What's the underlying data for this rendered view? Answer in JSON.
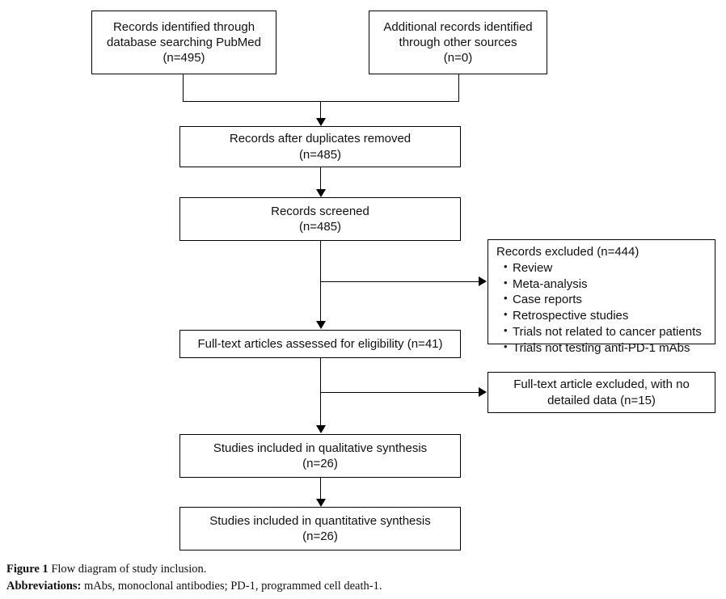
{
  "figure": {
    "caption_label": "Figure 1",
    "caption_text": " Flow diagram of study inclusion.",
    "abbrev_label": "Abbreviations:",
    "abbrev_text": " mAbs, monoclonal antibodies; PD-1, programmed cell death-1."
  },
  "chart_data": {
    "type": "diagram",
    "title": "Flow diagram of study inclusion",
    "nodes": [
      {
        "id": "identified",
        "line1": "Records identified through",
        "line2": "database searching PubMed",
        "line3": "(n=495)",
        "n": 495
      },
      {
        "id": "additional",
        "line1": "Additional records identified",
        "line2": "through other sources",
        "line3": "(n=0)",
        "n": 0
      },
      {
        "id": "duplicates",
        "line1": "Records after duplicates removed",
        "line2": "(n=485)",
        "n": 485
      },
      {
        "id": "screened",
        "line1": "Records screened",
        "line2": "(n=485)",
        "n": 485
      },
      {
        "id": "fulltext",
        "line1": "Full-text articles assessed for eligibility (n=41)",
        "n": 41
      },
      {
        "id": "qualitative",
        "line1": "Studies included in qualitative synthesis",
        "line2": "(n=26)",
        "n": 26
      },
      {
        "id": "quantitative",
        "line1": "Studies included in quantitative synthesis",
        "line2": "(n=26)",
        "n": 26
      }
    ],
    "excluded": {
      "title": "Records excluded (n=444)",
      "n": 444,
      "reasons": [
        "Review",
        "Meta-analysis",
        "Case reports",
        "Retrospective studies",
        "Trials not related to cancer patients",
        "Trials not testing anti-PD-1 mAbs"
      ]
    },
    "fulltext_excluded": {
      "line1": "Full-text article excluded, with no",
      "line2": "detailed data (n=15)",
      "n": 15
    },
    "edges": [
      {
        "from": "identified",
        "to": "duplicates"
      },
      {
        "from": "additional",
        "to": "duplicates"
      },
      {
        "from": "duplicates",
        "to": "screened"
      },
      {
        "from": "screened",
        "to": "fulltext"
      },
      {
        "from": "screened",
        "to": "excluded"
      },
      {
        "from": "fulltext",
        "to": "fulltext_excluded"
      },
      {
        "from": "fulltext",
        "to": "qualitative"
      },
      {
        "from": "qualitative",
        "to": "quantitative"
      }
    ],
    "colors": {
      "stroke": "#000000",
      "background": "#ffffff",
      "text": "#111111"
    }
  }
}
